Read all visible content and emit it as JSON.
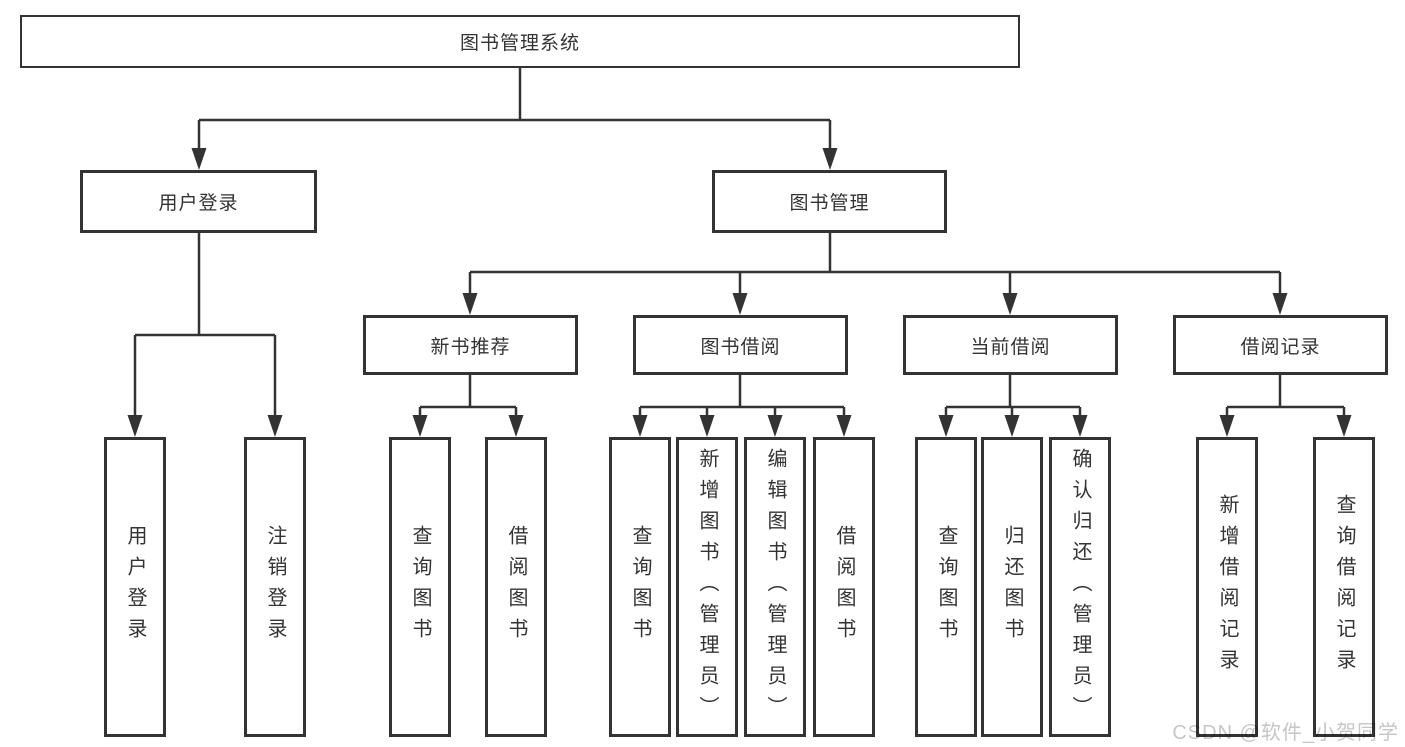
{
  "tree": {
    "label": "图书管理系统",
    "children": [
      {
        "label": "用户登录",
        "children": [
          {
            "label": "用户登录"
          },
          {
            "label": "注销登录"
          }
        ]
      },
      {
        "label": "图书管理",
        "children": [
          {
            "label": "新书推荐",
            "children": [
              {
                "label": "查询图书"
              },
              {
                "label": "借阅图书"
              }
            ]
          },
          {
            "label": "图书借阅",
            "children": [
              {
                "label": "查询图书"
              },
              {
                "label": "新增图书（管理员）"
              },
              {
                "label": "编辑图书（管理员）"
              },
              {
                "label": "借阅图书"
              }
            ]
          },
          {
            "label": "当前借阅",
            "children": [
              {
                "label": "查询图书"
              },
              {
                "label": "归还图书"
              },
              {
                "label": "确认归还（管理员）"
              }
            ]
          },
          {
            "label": "借阅记录",
            "children": [
              {
                "label": "新增借阅记录"
              },
              {
                "label": "查询借阅记录"
              }
            ]
          }
        ]
      }
    ]
  },
  "watermark": "CSDN @软件_小贺同学",
  "colors": {
    "line": "#333333",
    "text": "#333333",
    "box_background": "#ffffff",
    "watermark": "#c6c6c6"
  }
}
